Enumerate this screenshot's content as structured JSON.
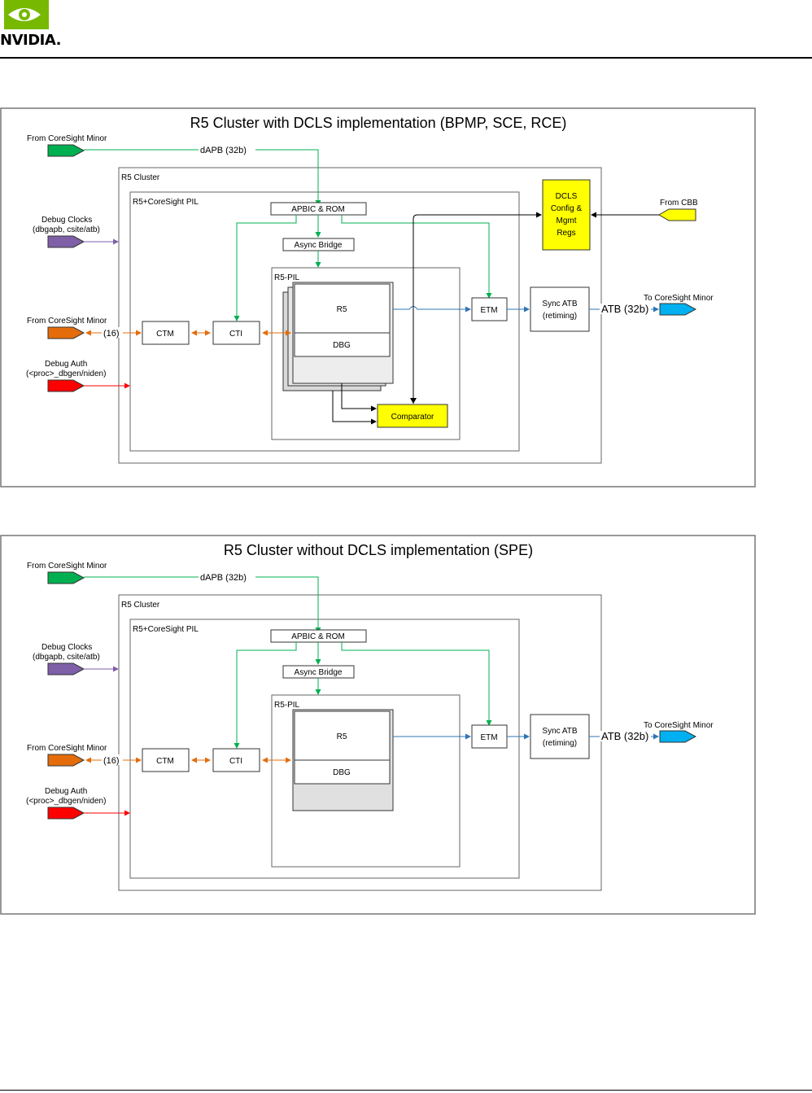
{
  "header": {
    "logo_text": "NVIDIA."
  },
  "colors": {
    "green": "#00b050",
    "purple": "#7f5fa8",
    "orange": "#e46c0a",
    "red": "#ff0000",
    "cyan": "#00b0f0",
    "yellow": "#ffff00",
    "blue": "#2e75b6"
  },
  "diagrams": [
    {
      "title": "R5 Cluster with DCLS implementation (BPMP, SCE, RCE)",
      "from_coresight_minor_top": "From CoreSight Minor",
      "dapb": "dAPB (32b)",
      "debug_clocks": "Debug Clocks",
      "debug_clocks_sub": "(dbgapb, csite/atb)",
      "from_coresight_minor_mid": "From CoreSight Minor",
      "bus16": "(16)",
      "debug_auth": "Debug Auth",
      "debug_auth_sub": "(<proc>_dbgen/niden)",
      "r5_cluster": "R5 Cluster",
      "pil": "R5+CoreSight PIL",
      "apbic": "APBIC & ROM",
      "async_bridge": "Async Bridge",
      "r5_pil": "R5-PIL",
      "r5": "R5",
      "dbg": "DBG",
      "ctm": "CTM",
      "cti": "CTI",
      "etm": "ETM",
      "sync_atb_1": "Sync ATB",
      "sync_atb_2": "(retiming)",
      "atb": "ATB (32b)",
      "to_coresight_minor": "To CoreSight Minor",
      "dcls_1": "DCLS",
      "dcls_2": "Config &",
      "dcls_3": "Mgmt",
      "dcls_4": "Regs",
      "from_cbb": "From CBB",
      "comparator": "Comparator"
    },
    {
      "title": "R5 Cluster without DCLS implementation (SPE)",
      "from_coresight_minor_top": "From CoreSight Minor",
      "dapb": "dAPB (32b)",
      "debug_clocks": "Debug Clocks",
      "debug_clocks_sub": "(dbgapb, csite/atb)",
      "from_coresight_minor_mid": "From CoreSight Minor",
      "bus16": "(16)",
      "debug_auth": "Debug Auth",
      "debug_auth_sub": "(<proc>_dbgen/niden)",
      "r5_cluster": "R5 Cluster",
      "pil": "R5+CoreSight PIL",
      "apbic": "APBIC & ROM",
      "async_bridge": "Async Bridge",
      "r5_pil": "R5-PIL",
      "r5": "R5",
      "dbg": "DBG",
      "ctm": "CTM",
      "cti": "CTI",
      "etm": "ETM",
      "sync_atb_1": "Sync ATB",
      "sync_atb_2": "(retiming)",
      "atb": "ATB (32b)",
      "to_coresight_minor": "To CoreSight Minor"
    }
  ]
}
